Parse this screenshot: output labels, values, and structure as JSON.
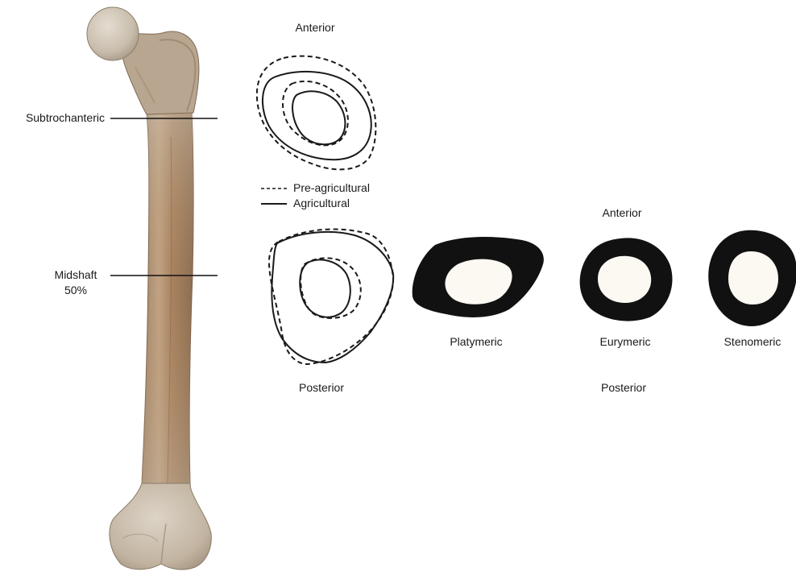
{
  "femur": {
    "section_labels": {
      "subtrochanteric": "Subtrochanteric",
      "midshaft": "Midshaft",
      "midshaft_percent": "50%"
    }
  },
  "left_panel": {
    "top_label": "Anterior",
    "bottom_label": "Posterior",
    "legend": {
      "dashed_label": "Pre-agricultural",
      "solid_label": "Agricultural"
    }
  },
  "right_panel": {
    "top_label": "Anterior",
    "bottom_label": "Posterior",
    "shapes": [
      {
        "label": "Platymeric"
      },
      {
        "label": "Eurymeric"
      },
      {
        "label": "Stenomeric"
      }
    ]
  },
  "colors": {
    "bone_light": "#d8cdbd",
    "bone_mid": "#b79d80",
    "bone_dark": "#8f6f52",
    "section_fill": "#111111",
    "canal_fill": "#fbf9f2",
    "outline": "#1a1a1a"
  }
}
